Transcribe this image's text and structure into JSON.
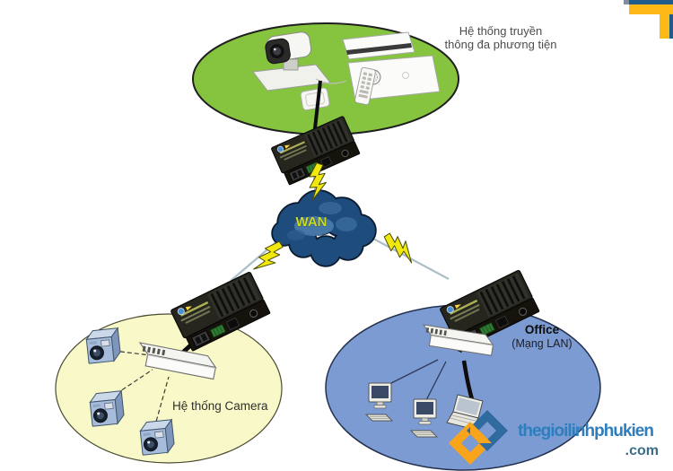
{
  "zones": {
    "multimedia": {
      "label_line1": "Hệ thống truyền",
      "label_line2": "thông đa phương tiện"
    },
    "camera": {
      "label": "Hệ thống Camera"
    },
    "office": {
      "label": "Office",
      "sublabel": "(Mạng LAN)"
    }
  },
  "wan": {
    "label": "WAN"
  },
  "watermark": {
    "name": "thegioilinhphukien",
    "tld": ".com"
  },
  "colors": {
    "zone_multimedia": "#86C440",
    "zone_camera": "#F8F8C8",
    "zone_office": "#7B9BD2",
    "wan_cloud": "#1E4C7C",
    "wan_text": "#CEDC1E",
    "lightning": "#F0E80E",
    "corner_yellow": "#FCB814",
    "corner_blue": "#1F5C8B",
    "brand_orange": "#F9A51B",
    "brand_teal": "#2F6B9E",
    "brand_blue": "#2E7EBE",
    "brand_tld_color": "#3A6B87"
  }
}
